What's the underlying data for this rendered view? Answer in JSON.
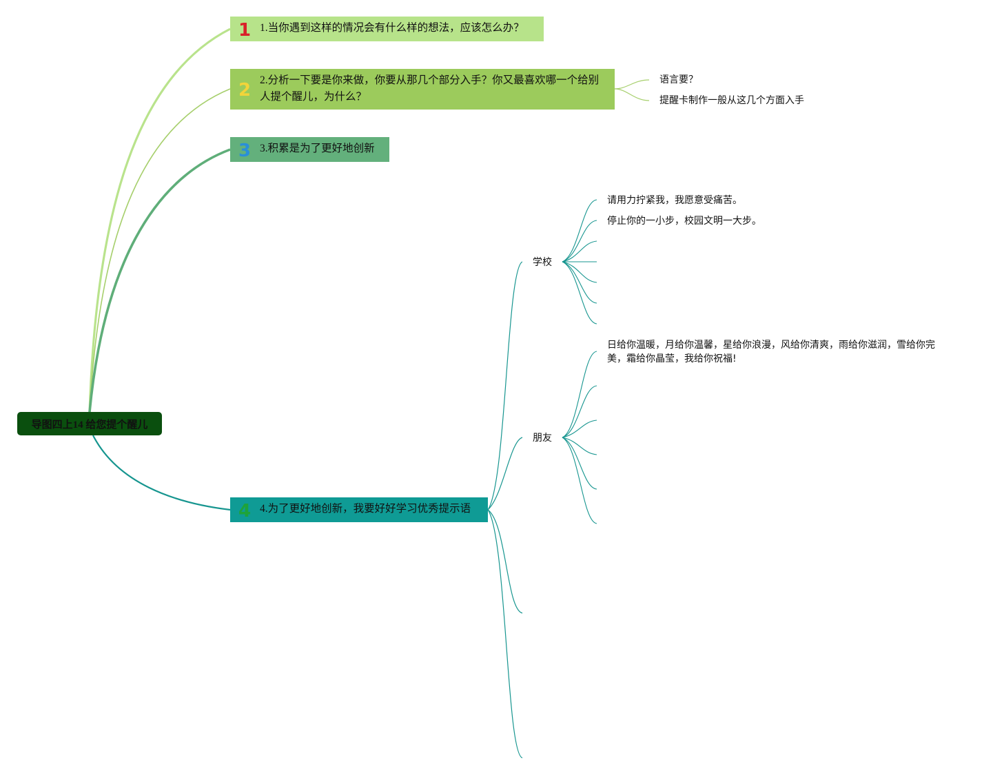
{
  "root": {
    "label": "导图四上14 给您提个醒儿"
  },
  "branches": [
    {
      "number": "1",
      "text": "1.当你遇到这样的情况会有什么样的想法，应该怎么办？",
      "color": "#b7e38a",
      "number_color": "#d9202a"
    },
    {
      "number": "2",
      "text": "2.分析一下要是你来做，你要从那几个部分入手？你又最喜欢哪一个给别人提个醒儿，为什么？",
      "color": "#9ccb5c",
      "number_color": "#f2d43a",
      "children": [
        "语言要？",
        "提醒卡制作一般从这几个方面入手"
      ]
    },
    {
      "number": "3",
      "text": "3.积累是为了更好地创新",
      "color": "#63b07c",
      "number_color": "#2a8fd8"
    },
    {
      "number": "4",
      "text": "4.为了更好地创新，我要好好学习优秀提示语",
      "color": "#0f9b95",
      "number_color": "#1ea33a",
      "children": [
        {
          "label": "学校",
          "items": [
            "请用力拧紧我，我愿意受痛苦。",
            "停止你的一小步，校园文明一大步。"
          ]
        },
        {
          "label": "朋友",
          "items": [
            "日给你温暖，月给你温馨，星给你浪漫，风给你清爽，雨给你滋润，雪给你完美，霜给你晶莹，我给你祝福!"
          ]
        }
      ]
    }
  ],
  "colors": {
    "root": "#0a4f0e",
    "line_teal": "#16958f",
    "line_green2": "#a6cf6c"
  }
}
